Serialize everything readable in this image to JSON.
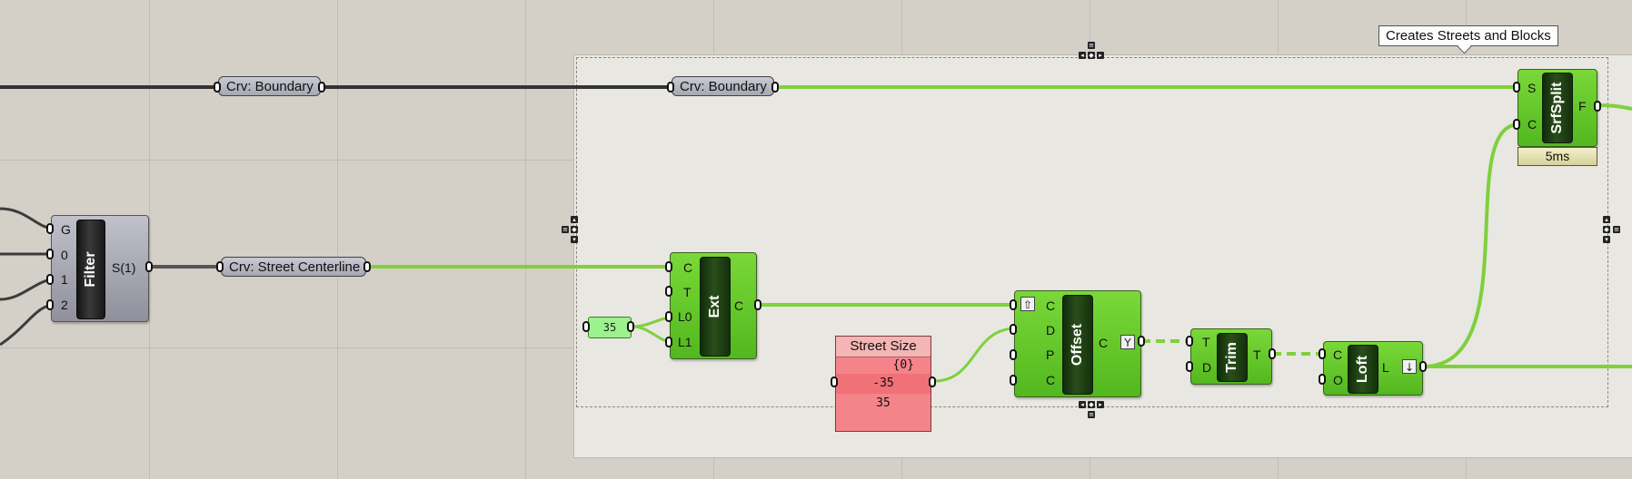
{
  "tooltip": "Creates Streets and Blocks",
  "filter": {
    "name": "Filter",
    "inputs": [
      "G",
      "0",
      "1",
      "2"
    ],
    "output": "S(1)"
  },
  "boundary_labels": [
    "Crv: Boundary",
    "Crv: Boundary"
  ],
  "centerline_label": "Crv: Street Centerline",
  "slider_value": "35",
  "ext": {
    "name": "Ext",
    "inputs": [
      "C",
      "T",
      "L0",
      "L1"
    ],
    "output": "C"
  },
  "street_panel": {
    "title": "Street Size",
    "index": "{0}",
    "values": [
      "-35",
      "35"
    ]
  },
  "offset": {
    "name": "Offset",
    "inputs": [
      "C",
      "D",
      "P",
      "C"
    ],
    "output": "C"
  },
  "trim": {
    "name": "Trim",
    "inputs": [
      "T",
      "D"
    ],
    "output": "T"
  },
  "loft": {
    "name": "Loft",
    "inputs": [
      "C",
      "O"
    ],
    "output": "L"
  },
  "srfsplit": {
    "name": "SrfSplit",
    "inputs": [
      "S",
      "C"
    ],
    "output": "F",
    "time": "5ms"
  },
  "colors": {
    "component": "#5dbf25",
    "wire": "#7fd03d",
    "panel": "#f5848a",
    "slider": "#9cf28d"
  },
  "icons": [
    "graft-arrow-up-icon",
    "flatten-arrow-down-icon",
    "simplify-icon"
  ]
}
